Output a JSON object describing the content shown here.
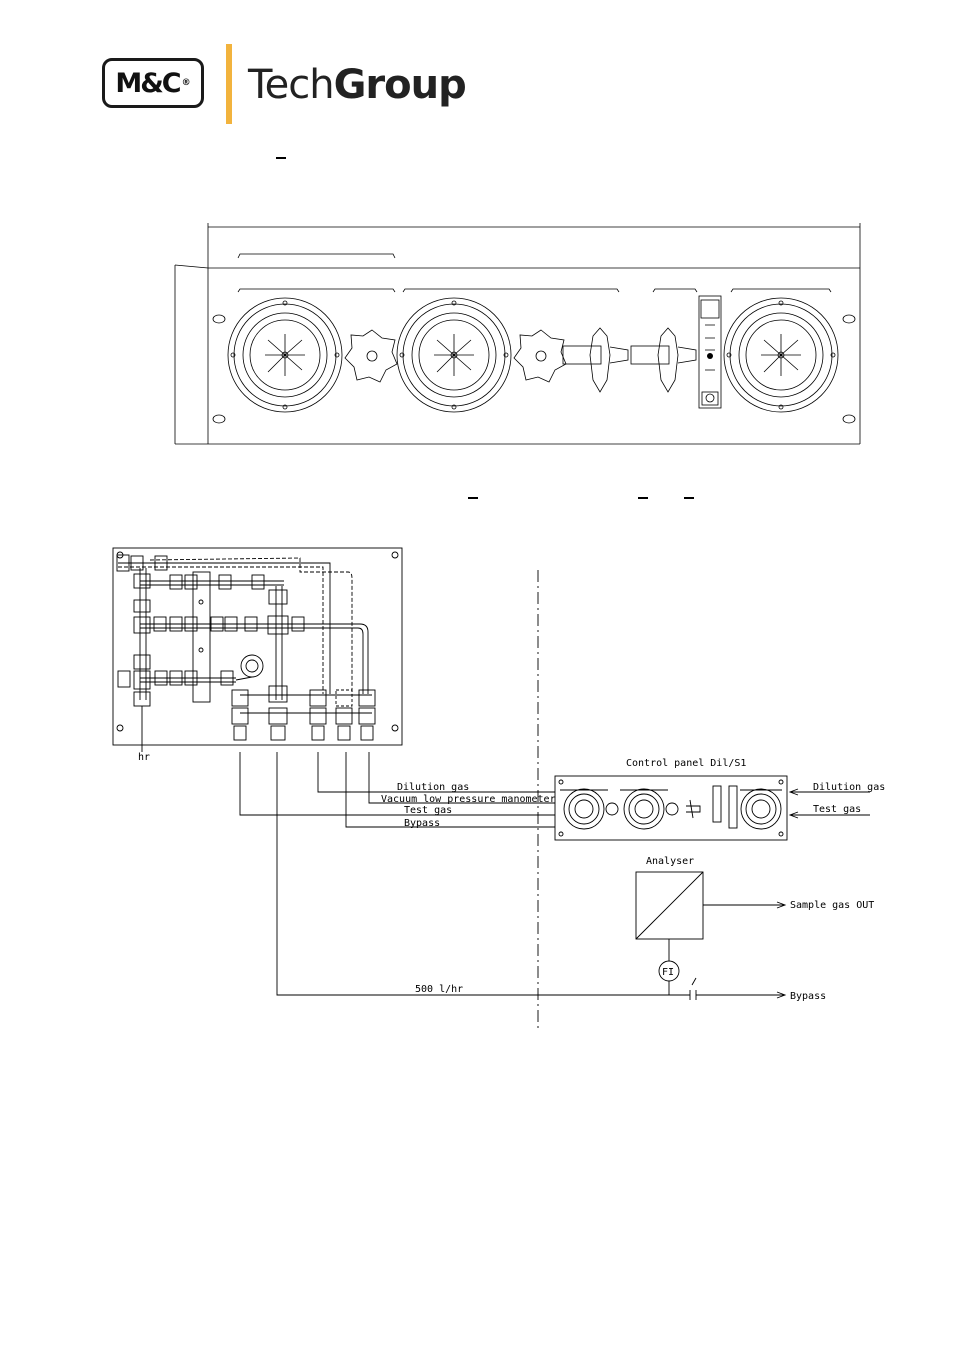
{
  "logo": {
    "brand": "M&C",
    "registered": "®",
    "name_light": "Tech",
    "name_bold": "Group"
  },
  "schematic": {
    "small_label": "hr",
    "control_panel_title": "Control panel Dil/S1",
    "lines": {
      "dilution_gas": "Dilution gas",
      "vacuum": "Vacuum low pressure manometer",
      "test_gas": "Test gas",
      "bypass_left": "Bypass",
      "dilution_gas_in": "Dilution gas",
      "test_gas_in": "Test gas",
      "analyser": "Analyser",
      "sample_out": "Sample gas OUT",
      "fi": "FI",
      "flow": "500 l/hr",
      "bypass_out": "Bypass"
    }
  },
  "colors": {
    "logo_accent": "#f2b33d",
    "ink": "#000000"
  }
}
